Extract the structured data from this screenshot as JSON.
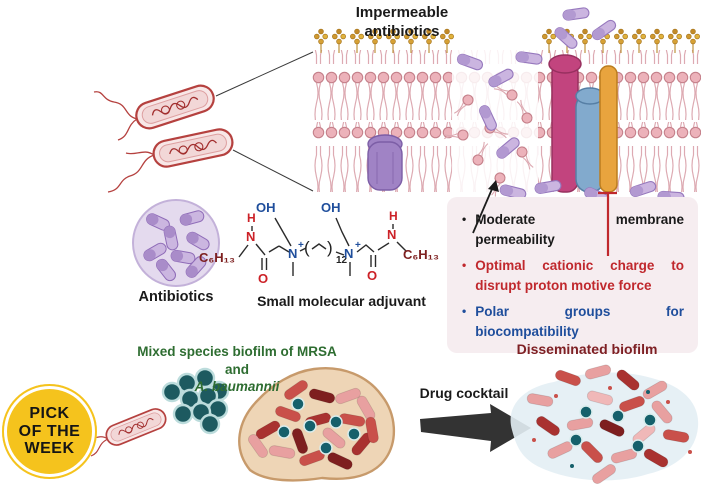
{
  "colors": {
    "accent_red": "#c0282d",
    "accent_blue": "#1f4e9c",
    "green_caption": "#2e6d31",
    "dark_red_caption": "#7e2024",
    "badge_yellow": "#f5c31d",
    "panel_background": "#f6edf0"
  },
  "top": {
    "impermeable_label": "Impermeable\nantibiotics"
  },
  "middle": {
    "antibiotics_label": "Antibiotics",
    "adjuvant_label": "Small molecular adjuvant"
  },
  "chem": {
    "oh": "OH",
    "h": "H",
    "n": "N",
    "o": "O",
    "plus": "+",
    "hexyl": "C₆H₁₃",
    "paren_open": "(",
    "paren_close": ")",
    "repeat_count": "12"
  },
  "panel": {
    "bullets": [
      {
        "marker": "•",
        "text": "Moderate membrane permeability"
      },
      {
        "marker": "•",
        "text": "Optimal cationic charge to disrupt proton motive force"
      },
      {
        "marker": "•",
        "text": "Polar groups for biocompatibility"
      }
    ]
  },
  "bottom": {
    "biofilm_caption_line1": "Mixed species biofilm of MRSA and",
    "biofilm_caption_line2": "A. baumannii",
    "drug_cocktail_label": "Drug cocktail",
    "disseminated_label": "Disseminated biofilm"
  },
  "badge": {
    "line1": "PICK",
    "line2": "OF THE",
    "line3": "WEEK"
  }
}
